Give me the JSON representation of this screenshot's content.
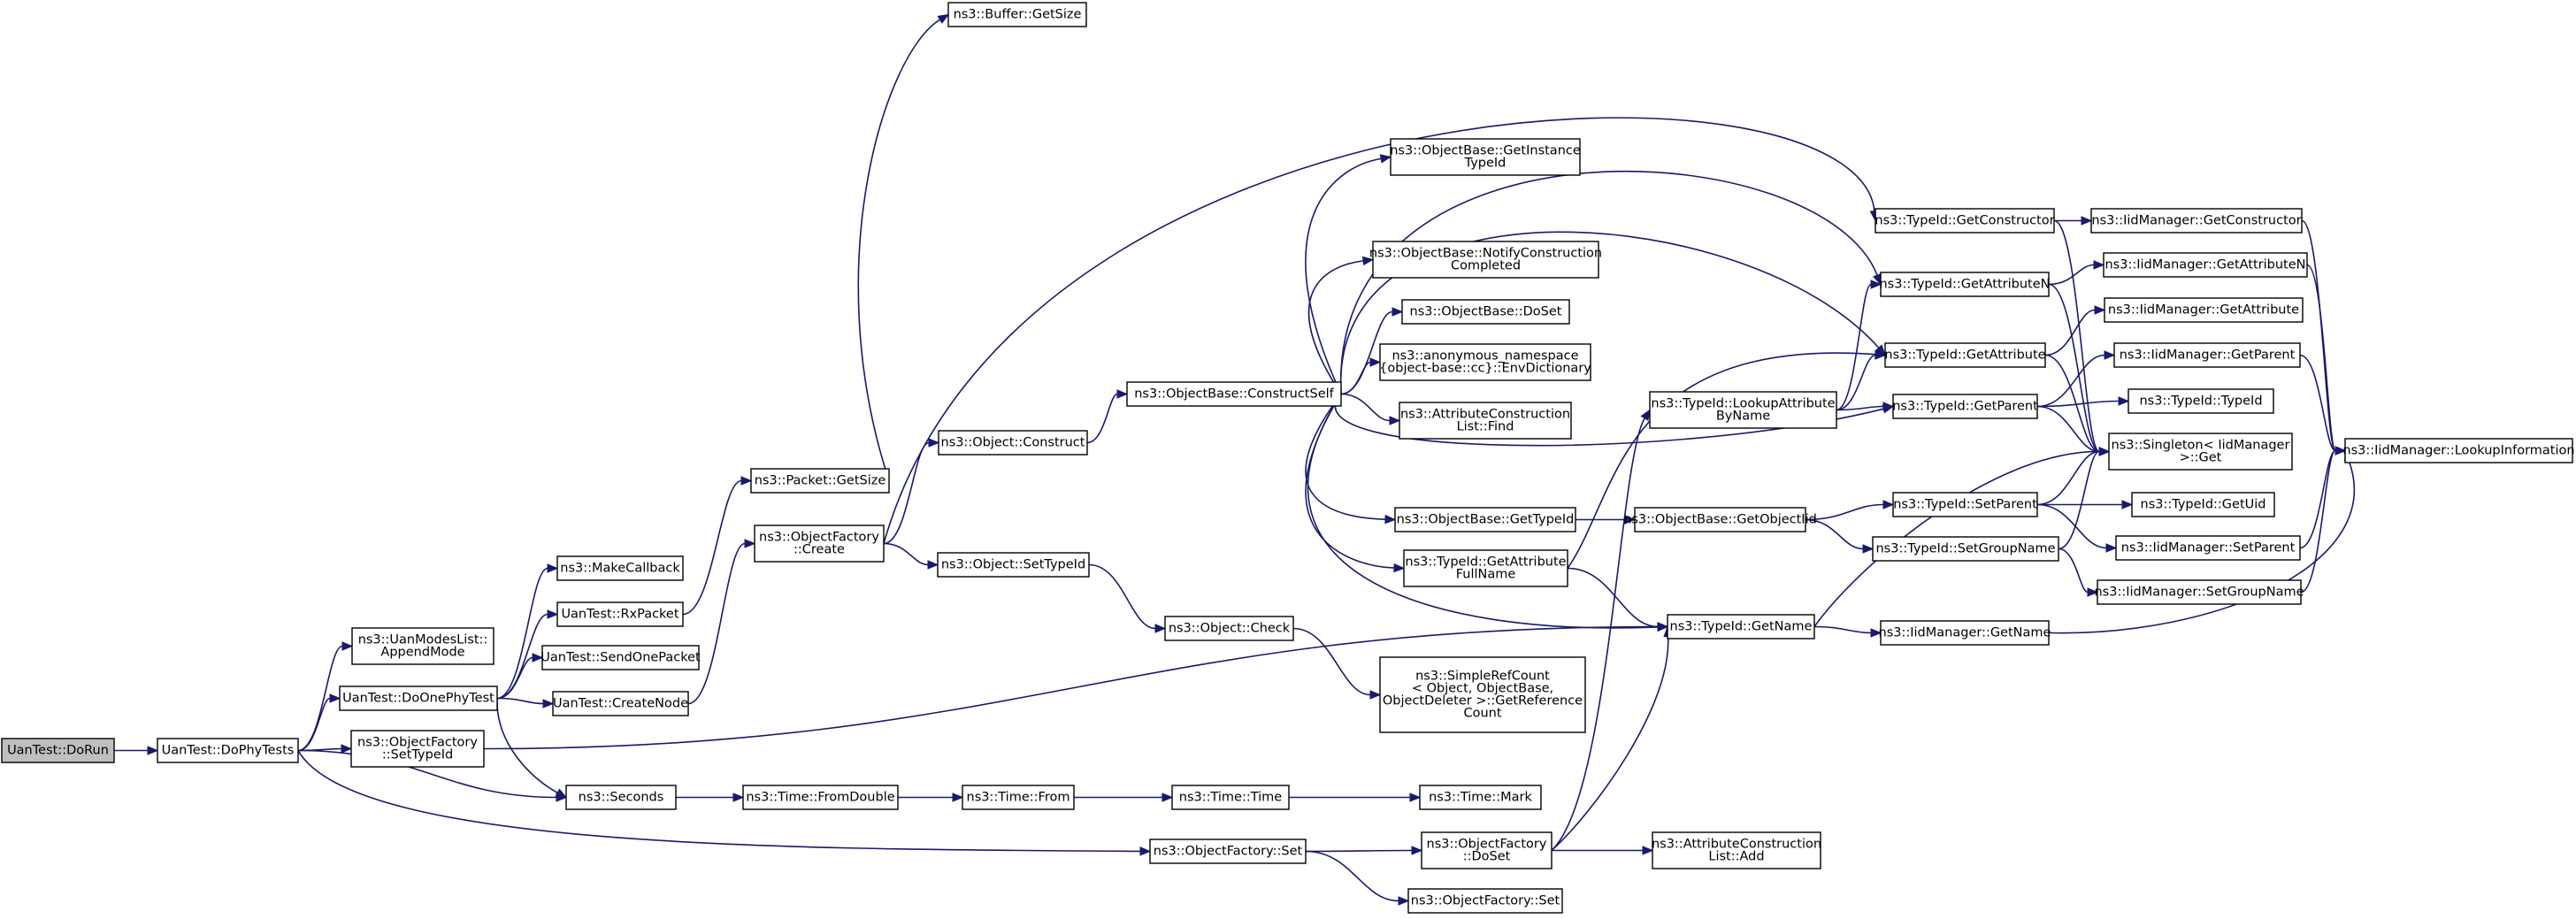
{
  "nodes": [
    {
      "id": "dorun",
      "lines": [
        "UanTest::DoRun"
      ],
      "root": true
    },
    {
      "id": "dophytests",
      "lines": [
        "UanTest::DoPhyTests"
      ]
    },
    {
      "id": "appendmode",
      "lines": [
        "ns3::UanModesList::",
        "AppendMode"
      ]
    },
    {
      "id": "doonephytest",
      "lines": [
        "UanTest::DoOnePhyTest"
      ]
    },
    {
      "id": "of_settypeid",
      "lines": [
        "ns3::ObjectFactory",
        "::SetTypeId"
      ]
    },
    {
      "id": "makecallback",
      "lines": [
        "ns3::MakeCallback"
      ]
    },
    {
      "id": "rxpacket",
      "lines": [
        "UanTest::RxPacket"
      ]
    },
    {
      "id": "sendonepacket",
      "lines": [
        "UanTest::SendOnePacket"
      ]
    },
    {
      "id": "createnode",
      "lines": [
        "UanTest::CreateNode"
      ]
    },
    {
      "id": "seconds",
      "lines": [
        "ns3::Seconds"
      ]
    },
    {
      "id": "packet_getsize",
      "lines": [
        "ns3::Packet::GetSize"
      ]
    },
    {
      "id": "buffer_getsize",
      "lines": [
        "ns3::Buffer::GetSize"
      ]
    },
    {
      "id": "of_create",
      "lines": [
        "ns3::ObjectFactory",
        "::Create"
      ]
    },
    {
      "id": "object_construct",
      "lines": [
        "ns3::Object::Construct"
      ]
    },
    {
      "id": "object_settypeid",
      "lines": [
        "ns3::Object::SetTypeId"
      ]
    },
    {
      "id": "object_check",
      "lines": [
        "ns3::Object::Check"
      ]
    },
    {
      "id": "simplerefcount",
      "lines": [
        "ns3::SimpleRefCount",
        "< Object, ObjectBase,",
        "ObjectDeleter >::GetReference",
        "Count"
      ]
    },
    {
      "id": "time_fromdouble",
      "lines": [
        "ns3::Time::FromDouble"
      ]
    },
    {
      "id": "time_from",
      "lines": [
        "ns3::Time::From"
      ]
    },
    {
      "id": "time_time",
      "lines": [
        "ns3::Time::Time"
      ]
    },
    {
      "id": "time_mark",
      "lines": [
        "ns3::Time::Mark"
      ]
    },
    {
      "id": "of_set",
      "lines": [
        "ns3::ObjectFactory::Set"
      ]
    },
    {
      "id": "of_doset",
      "lines": [
        "ns3::ObjectFactory",
        "::DoSet"
      ]
    },
    {
      "id": "of_set2",
      "lines": [
        "ns3::ObjectFactory::Set"
      ]
    },
    {
      "id": "acl_add",
      "lines": [
        "ns3::AttributeConstruction",
        "List::Add"
      ]
    },
    {
      "id": "ob_constructself",
      "lines": [
        "ns3::ObjectBase::ConstructSelf"
      ]
    },
    {
      "id": "ob_getinstancetypeid",
      "lines": [
        "ns3::ObjectBase::GetInstance",
        "TypeId"
      ]
    },
    {
      "id": "ob_notifyconstruction",
      "lines": [
        "ns3::ObjectBase::NotifyConstruction",
        "Completed"
      ]
    },
    {
      "id": "ob_doset",
      "lines": [
        "ns3::ObjectBase::DoSet"
      ]
    },
    {
      "id": "anon_envdictionary",
      "lines": [
        "ns3::anonymous_namespace",
        "{object-base::cc}::EnvDictionary"
      ]
    },
    {
      "id": "acl_find",
      "lines": [
        "ns3::AttributeConstruction",
        "List::Find"
      ]
    },
    {
      "id": "ob_gettypeid",
      "lines": [
        "ns3::ObjectBase::GetTypeId"
      ]
    },
    {
      "id": "typeid_getattributefullname",
      "lines": [
        "ns3::TypeId::GetAttribute",
        "FullName"
      ]
    },
    {
      "id": "ob_getobjectiid",
      "lines": [
        "ns3::ObjectBase::GetObjectIid"
      ]
    },
    {
      "id": "typeid_lookupattributebyname",
      "lines": [
        "ns3::TypeId::LookupAttribute",
        "ByName"
      ]
    },
    {
      "id": "typeid_getname",
      "lines": [
        "ns3::TypeId::GetName"
      ]
    },
    {
      "id": "typeid_getconstructor",
      "lines": [
        "ns3::TypeId::GetConstructor"
      ]
    },
    {
      "id": "typeid_getattributen",
      "lines": [
        "ns3::TypeId::GetAttributeN"
      ]
    },
    {
      "id": "typeid_getattribute",
      "lines": [
        "ns3::TypeId::GetAttribute"
      ]
    },
    {
      "id": "typeid_getparent",
      "lines": [
        "ns3::TypeId::GetParent"
      ]
    },
    {
      "id": "typeid_setparent",
      "lines": [
        "ns3::TypeId::SetParent"
      ]
    },
    {
      "id": "typeid_setgroupname",
      "lines": [
        "ns3::TypeId::SetGroupName"
      ]
    },
    {
      "id": "iid_getname",
      "lines": [
        "ns3::IidManager::GetName"
      ]
    },
    {
      "id": "iid_getconstructor",
      "lines": [
        "ns3::IidManager::GetConstructor"
      ]
    },
    {
      "id": "iid_getattributen",
      "lines": [
        "ns3::IidManager::GetAttributeN"
      ]
    },
    {
      "id": "iid_getattribute",
      "lines": [
        "ns3::IidManager::GetAttribute"
      ]
    },
    {
      "id": "iid_getparent",
      "lines": [
        "ns3::IidManager::GetParent"
      ]
    },
    {
      "id": "typeid_typeid",
      "lines": [
        "ns3::TypeId::TypeId"
      ]
    },
    {
      "id": "singleton_get",
      "lines": [
        "ns3::Singleton< IidManager",
        ">::Get"
      ]
    },
    {
      "id": "typeid_getuid",
      "lines": [
        "ns3::TypeId::GetUid"
      ]
    },
    {
      "id": "iid_setparent",
      "lines": [
        "ns3::IidManager::SetParent"
      ]
    },
    {
      "id": "iid_setgroupname",
      "lines": [
        "ns3::IidManager::SetGroupName"
      ]
    },
    {
      "id": "iid_lookupinformation",
      "lines": [
        "ns3::IidManager::LookupInformation"
      ]
    }
  ],
  "edges": [
    [
      "dorun",
      "dophytests"
    ],
    [
      "dophytests",
      "appendmode"
    ],
    [
      "dophytests",
      "doonephytest"
    ],
    [
      "dophytests",
      "of_settypeid"
    ],
    [
      "dophytests",
      "seconds"
    ],
    [
      "dophytests",
      "of_set"
    ],
    [
      "doonephytest",
      "makecallback"
    ],
    [
      "doonephytest",
      "rxpacket"
    ],
    [
      "doonephytest",
      "sendonepacket"
    ],
    [
      "doonephytest",
      "createnode"
    ],
    [
      "doonephytest",
      "seconds"
    ],
    [
      "rxpacket",
      "packet_getsize"
    ],
    [
      "packet_getsize",
      "buffer_getsize"
    ],
    [
      "createnode",
      "of_create"
    ],
    [
      "of_create",
      "object_construct"
    ],
    [
      "of_create",
      "object_settypeid"
    ],
    [
      "of_create",
      "typeid_getconstructor"
    ],
    [
      "object_construct",
      "ob_constructself"
    ],
    [
      "object_settypeid",
      "object_check"
    ],
    [
      "object_check",
      "simplerefcount"
    ],
    [
      "of_settypeid",
      "typeid_getname"
    ],
    [
      "seconds",
      "time_fromdouble"
    ],
    [
      "time_fromdouble",
      "time_from"
    ],
    [
      "time_from",
      "time_time"
    ],
    [
      "time_time",
      "time_mark"
    ],
    [
      "of_set",
      "of_doset"
    ],
    [
      "of_set",
      "of_set2"
    ],
    [
      "of_doset",
      "acl_add"
    ],
    [
      "of_doset",
      "typeid_lookupattributebyname"
    ],
    [
      "of_doset",
      "typeid_getname"
    ],
    [
      "ob_constructself",
      "ob_getinstancetypeid"
    ],
    [
      "ob_constructself",
      "ob_notifyconstruction"
    ],
    [
      "ob_constructself",
      "ob_doset"
    ],
    [
      "ob_constructself",
      "anon_envdictionary"
    ],
    [
      "ob_constructself",
      "acl_find"
    ],
    [
      "ob_constructself",
      "ob_gettypeid"
    ],
    [
      "ob_constructself",
      "typeid_getattributefullname"
    ],
    [
      "ob_constructself",
      "typeid_getname"
    ],
    [
      "ob_constructself",
      "typeid_getattributen"
    ],
    [
      "ob_constructself",
      "typeid_getattribute"
    ],
    [
      "ob_constructself",
      "typeid_getparent"
    ],
    [
      "ob_gettypeid",
      "ob_getobjectiid"
    ],
    [
      "ob_getobjectiid",
      "typeid_setparent"
    ],
    [
      "ob_getobjectiid",
      "typeid_setgroupname"
    ],
    [
      "typeid_getattributefullname",
      "typeid_getattribute"
    ],
    [
      "typeid_getattributefullname",
      "typeid_getname"
    ],
    [
      "typeid_lookupattributebyname",
      "typeid_getattributen"
    ],
    [
      "typeid_lookupattributebyname",
      "typeid_getattribute"
    ],
    [
      "typeid_lookupattributebyname",
      "typeid_getparent"
    ],
    [
      "typeid_getname",
      "iid_getname"
    ],
    [
      "typeid_getname",
      "singleton_get"
    ],
    [
      "typeid_getconstructor",
      "iid_getconstructor"
    ],
    [
      "typeid_getconstructor",
      "singleton_get"
    ],
    [
      "typeid_getattributen",
      "iid_getattributen"
    ],
    [
      "typeid_getattributen",
      "singleton_get"
    ],
    [
      "typeid_getattribute",
      "iid_getattribute"
    ],
    [
      "typeid_getattribute",
      "singleton_get"
    ],
    [
      "typeid_getparent",
      "iid_getparent"
    ],
    [
      "typeid_getparent",
      "typeid_typeid"
    ],
    [
      "typeid_getparent",
      "singleton_get"
    ],
    [
      "typeid_setparent",
      "typeid_getuid"
    ],
    [
      "typeid_setparent",
      "iid_setparent"
    ],
    [
      "typeid_setparent",
      "singleton_get"
    ],
    [
      "typeid_setgroupname",
      "iid_setgroupname"
    ],
    [
      "typeid_setgroupname",
      "singleton_get"
    ],
    [
      "iid_getname",
      "iid_lookupinformation"
    ],
    [
      "iid_getconstructor",
      "iid_lookupinformation"
    ],
    [
      "iid_getattributen",
      "iid_lookupinformation"
    ],
    [
      "iid_getparent",
      "iid_lookupinformation"
    ],
    [
      "iid_setparent",
      "iid_lookupinformation"
    ],
    [
      "iid_setgroupname",
      "iid_lookupinformation"
    ]
  ]
}
